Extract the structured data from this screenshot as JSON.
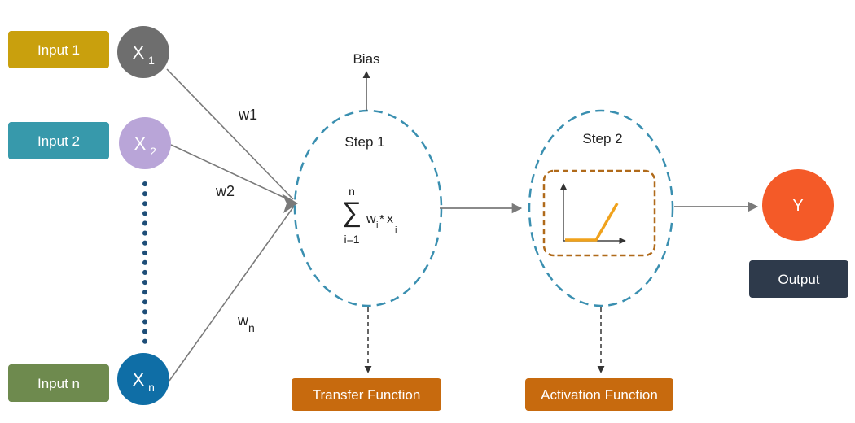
{
  "inputs": [
    {
      "label": "Input 1",
      "node_base": "X",
      "node_sub": "1",
      "color": "#C9A00D",
      "node_color": "#6E6E6E"
    },
    {
      "label": "Input 2",
      "node_base": "X",
      "node_sub": "2",
      "color": "#3799AB",
      "node_color": "#B9A5D8"
    },
    {
      "label": "Input n",
      "node_base": "X",
      "node_sub": "n",
      "color": "#6E8A4E",
      "node_color": "#0F6EA6"
    }
  ],
  "weights": {
    "w1": "w1",
    "w2": "w2",
    "wn_base": "w",
    "wn_sub": "n"
  },
  "bias": "Bias",
  "step1": {
    "title": "Step 1",
    "sum_top": "n",
    "sum_symbol": "∑",
    "sum_bottom": "i=1",
    "expr_w": "w",
    "expr_i1": "i",
    "expr_op": "*",
    "expr_x": "x",
    "expr_i2": "i"
  },
  "step2": {
    "title": "Step 2"
  },
  "output_node": {
    "label": "Y",
    "color": "#F45A28"
  },
  "output_box": {
    "label": "Output",
    "color": "#2E3A4B"
  },
  "transfer_function": {
    "label": "Transfer Function",
    "color": "#C76A0E"
  },
  "activation_function": {
    "label": "Activation Function",
    "color": "#C76A0E"
  },
  "colors": {
    "dashed_circle": "#3A8FB0",
    "arrow": "#7A7A7A",
    "dots": "#1E4E78",
    "activation_curve": "#F0A21C",
    "activation_box": "#B06A1A"
  }
}
